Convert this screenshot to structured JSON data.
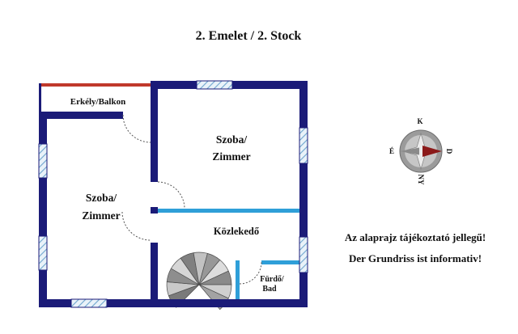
{
  "page": {
    "title": "2. Emelet / 2. Stock"
  },
  "plan": {
    "balcony_label": "Erkély/Balkon",
    "room_left": {
      "line1": "Szoba/",
      "line2": "Zimmer"
    },
    "room_right": {
      "line1": "Szoba/",
      "line2": "Zimmer"
    },
    "hallway_label": "Közlekedő",
    "bathroom": {
      "line1": "Fürdő/",
      "line2": "Bad"
    }
  },
  "compass": {
    "top": "K",
    "right": "D",
    "bottom": "NY",
    "left": "É"
  },
  "disclaimer": {
    "line1": "Az alaprajz tájékoztató jellegű!",
    "line2": "Der Grundriss ist informativ!"
  },
  "colors": {
    "wall": "#1b1b78",
    "interior_wall": "#2f9fd8",
    "balcony_edge": "#c0392b",
    "window_fill": "#e9f2f9",
    "window_stripe": "#6fa6cf",
    "compass_needle": "#8b1a1a",
    "text": "#111111"
  }
}
